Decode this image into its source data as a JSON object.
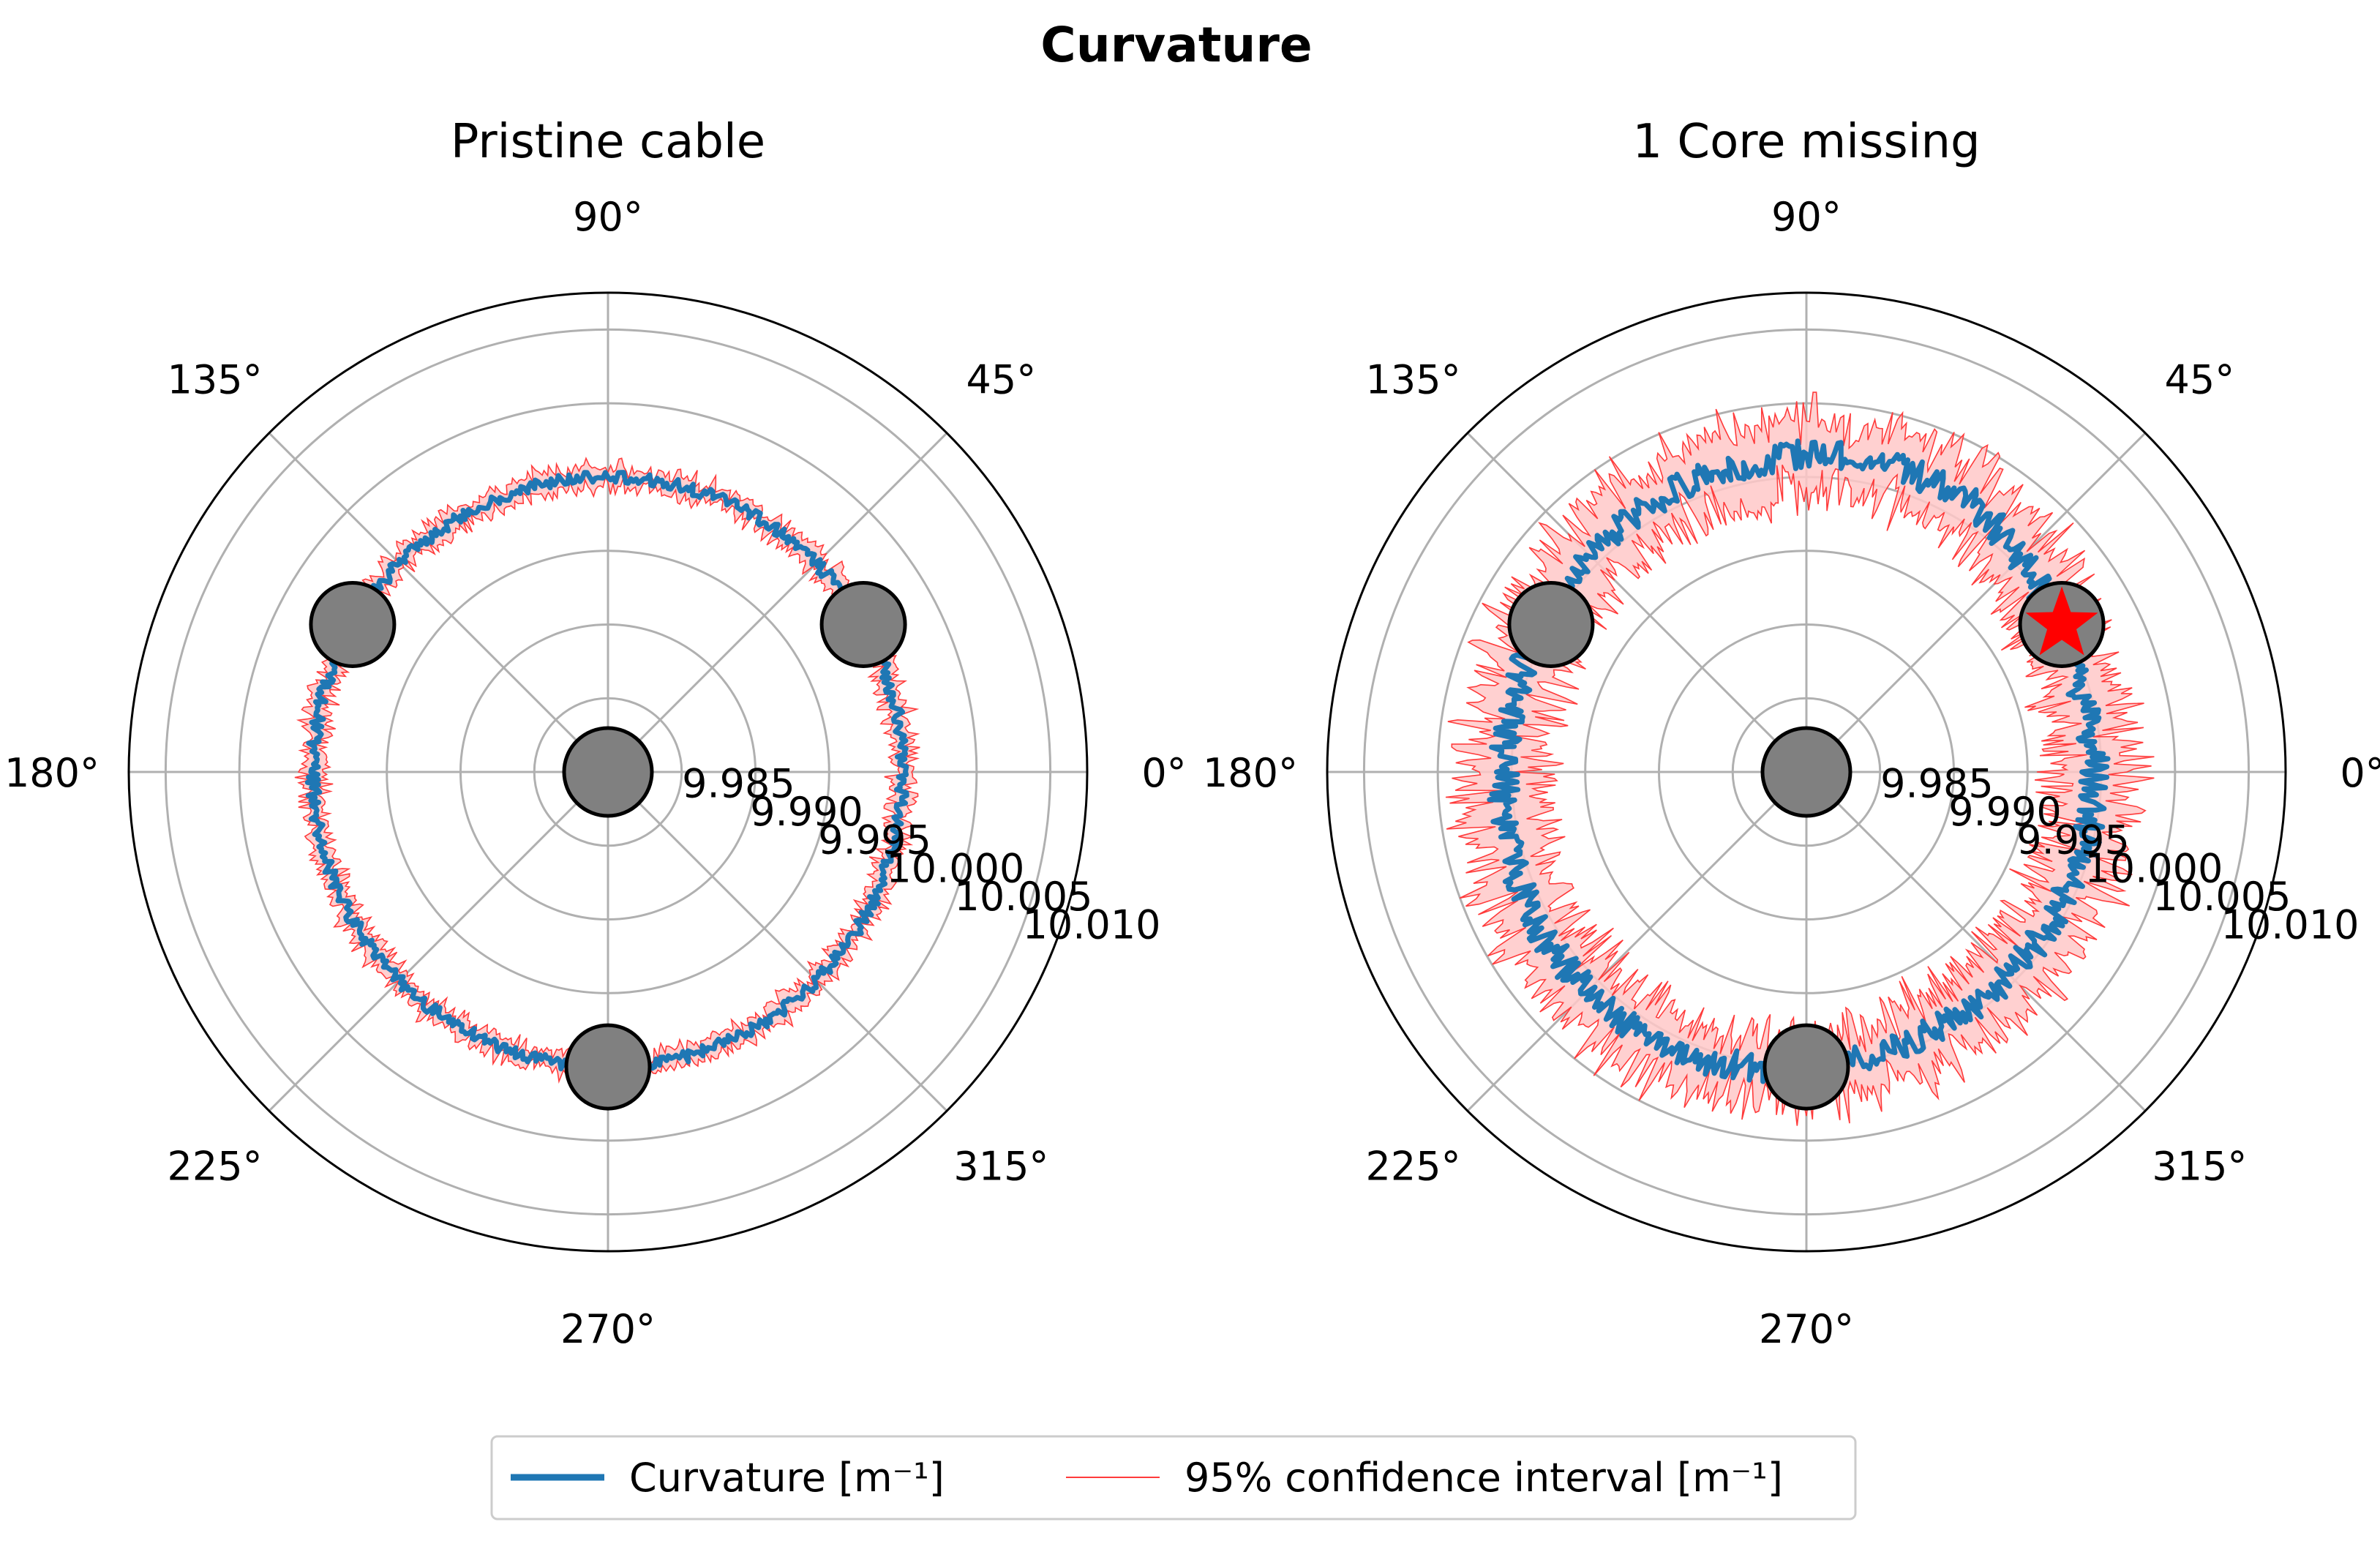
{
  "figure_title": "Curvature",
  "colors": {
    "curvature": "#1f77b4",
    "ci_line": "#ff3b3b",
    "ci_fill": "#ffc8c8",
    "core_fill": "#808080",
    "star": "#ff0000",
    "grid": "#b0b0b0"
  },
  "legend": {
    "placement": "bottom-center",
    "curvature_label": "Curvature [m⁻¹]",
    "ci_label": "95% confidence interval [m⁻¹]"
  },
  "chart_data": [
    {
      "type": "polar",
      "title": "Pristine cable",
      "theta_ticks": [
        "0°",
        "45°",
        "90°",
        "135°",
        "180°",
        "225°",
        "270°",
        "315°"
      ],
      "r_ticks": [
        "9.985",
        "9.990",
        "9.995",
        "10.000",
        "10.005",
        "10.010"
      ],
      "rlim": [
        9.98,
        10.0125
      ],
      "grid": true,
      "series": [
        {
          "name": "Curvature [m⁻¹]",
          "theta_deg": [
            0,
            30,
            60,
            90,
            120,
            150,
            180,
            210,
            240,
            270,
            300,
            330
          ],
          "r": [
            10.0,
            10.0,
            10.0,
            10.0,
            10.0,
            10.0,
            10.0,
            10.0,
            10.0,
            10.0,
            10.0,
            10.0
          ],
          "noise": 0.0004
        },
        {
          "name": "95% confidence interval [m⁻¹]",
          "half_width": 0.0008
        }
      ],
      "cores": [
        {
          "theta_deg": 30,
          "r": 10.0
        },
        {
          "theta_deg": 150,
          "r": 10.0
        },
        {
          "theta_deg": 270,
          "r": 10.0
        },
        {
          "theta_deg": 0,
          "r": 9.98
        }
      ]
    },
    {
      "type": "polar",
      "title": "1 Core missing",
      "theta_ticks": [
        "0°",
        "45°",
        "90°",
        "135°",
        "180°",
        "225°",
        "270°",
        "315°"
      ],
      "r_ticks": [
        "9.985",
        "9.990",
        "9.995",
        "10.000",
        "10.005",
        "10.010"
      ],
      "rlim": [
        9.98,
        10.0125
      ],
      "grid": true,
      "series": [
        {
          "name": "Curvature [m⁻¹]",
          "theta_deg": [
            0,
            30,
            60,
            90,
            120,
            150,
            180,
            210,
            240,
            270,
            300,
            330
          ],
          "r": [
            9.9995,
            9.9995,
            10.0015,
            10.0015,
            10.001,
            10.0005,
            10.0005,
            10.001,
            10.001,
            10.0,
            9.9995,
            9.9995
          ],
          "noise": 0.001
        },
        {
          "name": "95% confidence interval [m⁻¹]",
          "half_width": 0.0028
        }
      ],
      "cores": [
        {
          "theta_deg": 30,
          "r": 10.0,
          "missing": true
        },
        {
          "theta_deg": 150,
          "r": 10.0
        },
        {
          "theta_deg": 270,
          "r": 10.0
        },
        {
          "theta_deg": 0,
          "r": 9.98
        }
      ]
    }
  ]
}
